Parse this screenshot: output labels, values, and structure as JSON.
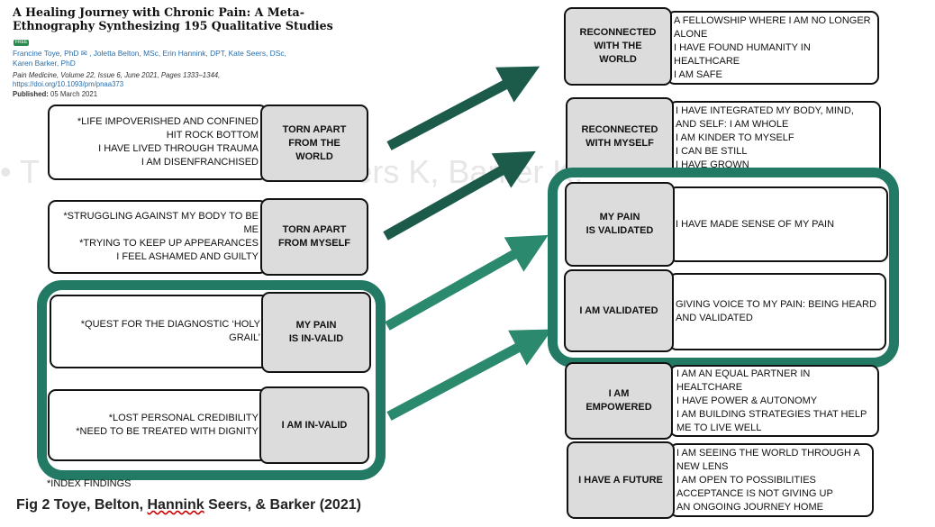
{
  "paper_header": {
    "title_line1": "A Healing Journey with Chronic Pain: A Meta-",
    "title_line2": "Ethnography Synthesizing 195 Qualitative Studies",
    "badge": "FREE",
    "authors_line1": "Francine Toye, PhD ✉ , Joletta Belton, MSc, Erin Hannink, DPT, Kate Seers, DSc,",
    "authors_line2": "Karen Barker, PhD",
    "journal": "Pain Medicine, Volume 22, Issue 6, June 2021, Pages 1333–1344,",
    "doi": "https://doi.org/10.1093/pm/pnaa373",
    "published_label": "Published:",
    "published_date": "05 March 2021"
  },
  "background_text": "• T                                   ers K, Barker K.",
  "left_column": [
    {
      "lines": [
        "*LIFE IMPOVERISHED AND CONFINED",
        "HIT ROCK BOTTOM",
        "I HAVE LIVED THROUGH TRAUMA",
        "I AM DISENFRANCHISED"
      ],
      "label": [
        "TORN APART",
        "FROM THE",
        "WORLD"
      ]
    },
    {
      "lines": [
        "*STRUGGLING AGAINST MY BODY TO BE",
        "ME",
        "*TRYING TO KEEP UP APPEARANCES",
        "I FEEL ASHAMED AND GUILTY"
      ],
      "label": [
        "TORN APART",
        "FROM  MYSELF"
      ]
    },
    {
      "lines": [
        "*QUEST FOR THE DIAGNOSTIC ‘HOLY",
        "GRAIL’"
      ],
      "label": [
        "MY PAIN",
        "IS IN-VALID"
      ]
    },
    {
      "lines": [
        "*LOST PERSONAL CREDIBILITY",
        "*NEED TO BE TREATED WITH DIGNITY"
      ],
      "label": [
        "I AM IN-VALID"
      ]
    }
  ],
  "right_column": [
    {
      "label": [
        "RECONNECTED",
        "WITH THE",
        "WORLD"
      ],
      "lines": [
        "A FELLOWSHIP WHERE I AM NO LONGER",
        "ALONE",
        "I HAVE FOUND HUMANITY IN",
        "HEALTHCARE",
        "I AM SAFE"
      ]
    },
    {
      "label": [
        "RECONNECTED",
        "WITH MYSELF"
      ],
      "lines": [
        "I HAVE INTEGRATED MY BODY, MIND,",
        "AND SELF: I AM WHOLE",
        "I AM KINDER TO MYSELF",
        "I CAN BE STILL",
        "I HAVE GROWN"
      ]
    },
    {
      "label": [
        "MY PAIN",
        "IS VALIDATED"
      ],
      "lines": [
        "I HAVE MADE SENSE OF MY PAIN"
      ]
    },
    {
      "label": [
        "I AM VALIDATED"
      ],
      "lines": [
        "GIVING VOICE TO MY PAIN: BEING HEARD",
        "AND VALIDATED"
      ]
    },
    {
      "label": [
        "I AM",
        "EMPOWERED"
      ],
      "lines": [
        "I AM AN EQUAL PARTNER IN HEALTCHARE",
        "I HAVE POWER & AUTONOMY",
        "I AM BUILDING STRATEGIES THAT HELP",
        "ME TO LIVE WELL"
      ]
    },
    {
      "label": [
        "I HAVE A FUTURE"
      ],
      "lines": [
        "I AM SEEING THE WORLD THROUGH A",
        "NEW LENS",
        "I AM OPEN TO POSSIBILITIES",
        "ACCEPTANCE IS NOT GIVING UP",
        "AN ONGOING JOURNEY HOME"
      ]
    }
  ],
  "index_note": "*INDEX FINDINGS",
  "caption": {
    "prefix": "Fig 2 Toye, Belton, ",
    "underlined": "Hannink",
    "suffix": "  Seers, &  Barker (2021)"
  },
  "colors": {
    "highlight": "#227a65",
    "arrow_dark": "#1c5a4a",
    "arrow_light": "#2b8a6e",
    "label_fill": "#dcdcdc"
  }
}
